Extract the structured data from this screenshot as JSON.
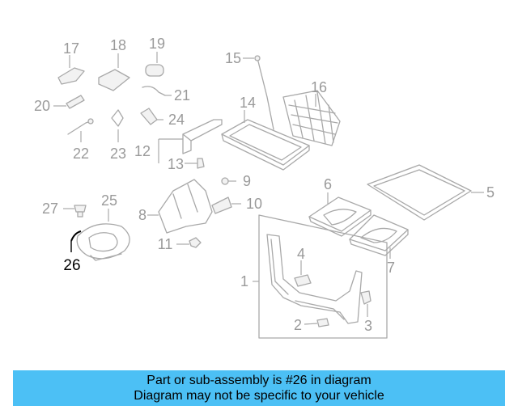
{
  "callouts": {
    "n1": "1",
    "n2": "2",
    "n3": "3",
    "n4": "4",
    "n5": "5",
    "n6": "6",
    "n7": "7",
    "n8": "8",
    "n9": "9",
    "n10": "10",
    "n11": "11",
    "n12": "12",
    "n13": "13",
    "n14": "14",
    "n15": "15",
    "n16": "16",
    "n17": "17",
    "n18": "18",
    "n19": "19",
    "n20": "20",
    "n21": "21",
    "n22": "22",
    "n23": "23",
    "n24": "24",
    "n25": "25",
    "n26": "26",
    "n27": "27"
  },
  "highlighted_part": "26",
  "banner": {
    "line1": "Part or sub-assembly is #26 in diagram",
    "line2": "Diagram may not be specific to your vehicle",
    "color": "#4cc0f5"
  }
}
